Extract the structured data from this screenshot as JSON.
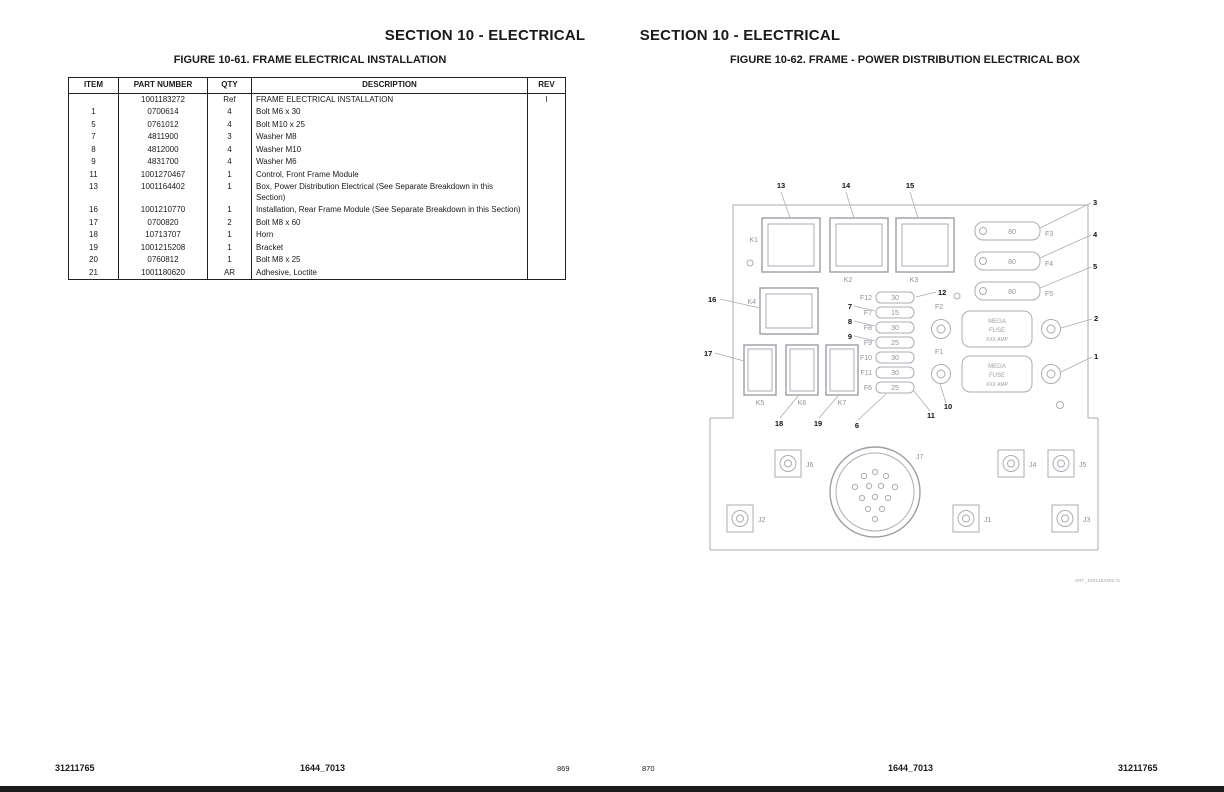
{
  "left_page": {
    "section_header": "SECTION 10 - ELECTRICAL",
    "figure_title": "FIGURE 10-61. FRAME ELECTRICAL INSTALLATION",
    "table": {
      "headers": [
        "ITEM",
        "PART NUMBER",
        "QTY",
        "DESCRIPTION",
        "REV"
      ],
      "rows": [
        {
          "item": "",
          "part_number": "1001183272",
          "qty": "Ref",
          "description": "FRAME ELECTRICAL INSTALLATION",
          "rev": "I"
        },
        {
          "item": "1",
          "part_number": "0700614",
          "qty": "4",
          "description": "Bolt M6 x 30",
          "rev": ""
        },
        {
          "item": "5",
          "part_number": "0761012",
          "qty": "4",
          "description": "Bolt M10 x 25",
          "rev": ""
        },
        {
          "item": "7",
          "part_number": "4811900",
          "qty": "3",
          "description": "Washer M8",
          "rev": ""
        },
        {
          "item": "8",
          "part_number": "4812000",
          "qty": "4",
          "description": "Washer M10",
          "rev": ""
        },
        {
          "item": "9",
          "part_number": "4831700",
          "qty": "4",
          "description": "Washer M6",
          "rev": ""
        },
        {
          "item": "11",
          "part_number": "1001270467",
          "qty": "1",
          "description": "Control, Front Frame Module",
          "rev": ""
        },
        {
          "item": "13",
          "part_number": "1001164402",
          "qty": "1",
          "description": "Box, Power Distribution Electrical (See Separate Breakdown in this Section)",
          "rev": ""
        },
        {
          "item": "16",
          "part_number": "1001210770",
          "qty": "1",
          "description": "Installation, Rear Frame Module (See Separate Breakdown in this Section)",
          "rev": ""
        },
        {
          "item": "17",
          "part_number": "0700820",
          "qty": "2",
          "description": "Bolt M8 x 60",
          "rev": ""
        },
        {
          "item": "18",
          "part_number": "10713707",
          "qty": "1",
          "description": "Horn",
          "rev": ""
        },
        {
          "item": "19",
          "part_number": "1001215208",
          "qty": "1",
          "description": "Bracket",
          "rev": ""
        },
        {
          "item": "20",
          "part_number": "0760812",
          "qty": "1",
          "description": "Bolt M8 x 25",
          "rev": ""
        },
        {
          "item": "21",
          "part_number": "1001180620",
          "qty": "AR",
          "description": "Adhesive, Loctite",
          "rev": ""
        }
      ]
    },
    "footer": {
      "part_number": "31211765",
      "doc_code": "1644_7013",
      "page_number": "869"
    }
  },
  "right_page": {
    "section_header": "SECTION 10 - ELECTRICAL",
    "figure_title": "FIGURE 10-62. FRAME - POWER DISTRIBUTION ELECTRICAL BOX",
    "diagram": {
      "relays_top": [
        {
          "label": "K1",
          "callout": "13"
        },
        {
          "label": "K2",
          "callout": "14"
        },
        {
          "label": "K3",
          "callout": "15"
        }
      ],
      "relay_k4": {
        "label": "K4",
        "callout": "16"
      },
      "relays_bottom": [
        {
          "label": "K5",
          "callout": "17"
        },
        {
          "label": "K6",
          "callout": "18"
        },
        {
          "label": "K7",
          "callout": "19"
        }
      ],
      "fuses_right": [
        {
          "label": "F3",
          "value": "80",
          "callout": "3"
        },
        {
          "label": "F4",
          "value": "80",
          "callout": "4"
        },
        {
          "label": "F5",
          "value": "80",
          "callout": "5"
        }
      ],
      "fuse_stack": [
        {
          "label": "F12",
          "value": "30",
          "callout": "12"
        },
        {
          "label": "F7",
          "value": "15",
          "callout": "7"
        },
        {
          "label": "F8",
          "value": "30",
          "callout": "8"
        },
        {
          "label": "F9",
          "value": "25",
          "callout": "9"
        },
        {
          "label": "F10",
          "value": "30",
          "callout": ""
        },
        {
          "label": "F11",
          "value": "30",
          "callout": ""
        },
        {
          "label": "F6",
          "value": "25",
          "callout": "6"
        }
      ],
      "extra_callouts": {
        "c10": "10",
        "c11": "11"
      },
      "mega_fuses": [
        {
          "group_label": "F2",
          "line1": "MEGA",
          "line2": "FUSE",
          "line3": "XXX AMP",
          "callout": "2"
        },
        {
          "group_label": "F1",
          "line1": "MEGA",
          "line2": "FUSE",
          "line3": "XXX AMP",
          "callout": "1"
        }
      ],
      "connectors": {
        "j1": "J1",
        "j2": "J2",
        "j3": "J3",
        "j4": "J4",
        "j5": "J5",
        "j6": "J6",
        "j7": "J7"
      },
      "art_label": "ART_1001164402-G"
    },
    "footer": {
      "page_number": "870",
      "doc_code": "1644_7013",
      "part_number": "31211765"
    }
  }
}
